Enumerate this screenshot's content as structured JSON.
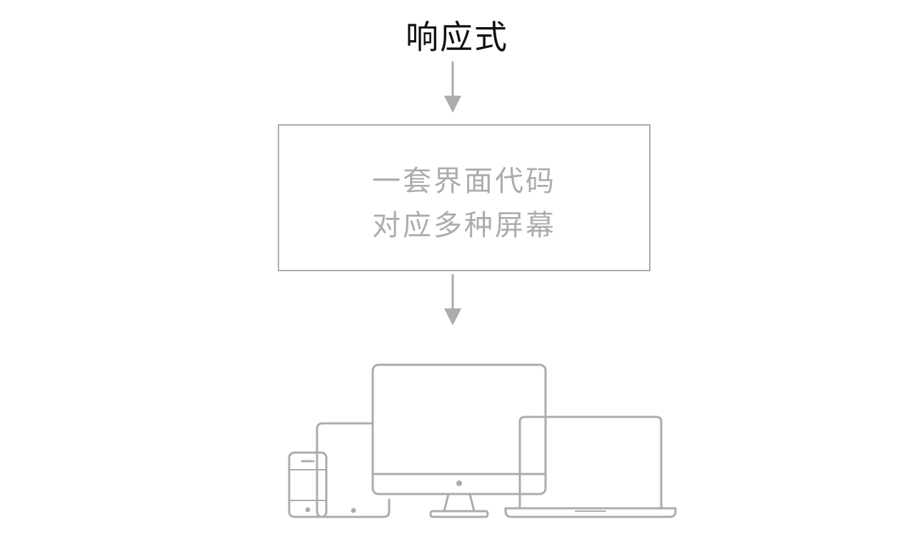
{
  "diagram": {
    "title": "响应式",
    "box": {
      "lines": [
        "一套界面代码",
        "对应多种屏幕"
      ]
    },
    "colors": {
      "title": "#111111",
      "stroke": "#a9aeab"
    },
    "icons": [
      "down-arrow-icon",
      "phone-icon",
      "tablet-icon",
      "desktop-monitor-icon",
      "laptop-icon"
    ]
  }
}
